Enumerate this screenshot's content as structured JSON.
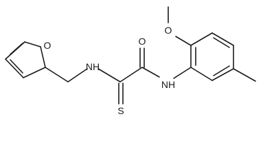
{
  "structure": {
    "atom_labels": {
      "furan_oxygen": "O",
      "amine_nh_left": "NH",
      "carbonyl_oxygen": "O",
      "methoxy_oxygen": "O",
      "amide_nh_right": "NH",
      "thione_sulfur": "S"
    }
  }
}
